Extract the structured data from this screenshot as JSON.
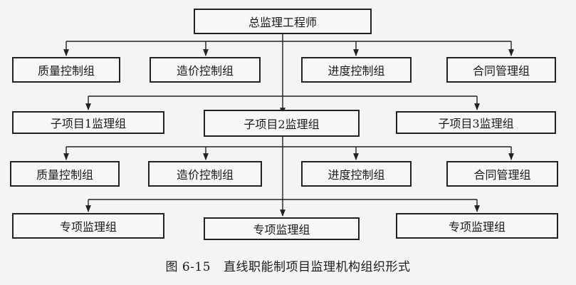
{
  "diagram": {
    "top": "总监理工程师",
    "level1_groups": [
      "质量控制组",
      "造价控制组",
      "进度控制组",
      "合同管理组"
    ],
    "sub_projects": [
      "子项目1监理组",
      "子项目2监理组",
      "子项目3监理组"
    ],
    "level3_groups": [
      "质量控制组",
      "造价控制组",
      "进度控制组",
      "合同管理组"
    ],
    "special_groups": [
      "专项监理组",
      "专项监理组",
      "专项监理组"
    ]
  },
  "caption": {
    "number": "图 6-15",
    "text": "直线职能制项目监理机构组织形式"
  }
}
